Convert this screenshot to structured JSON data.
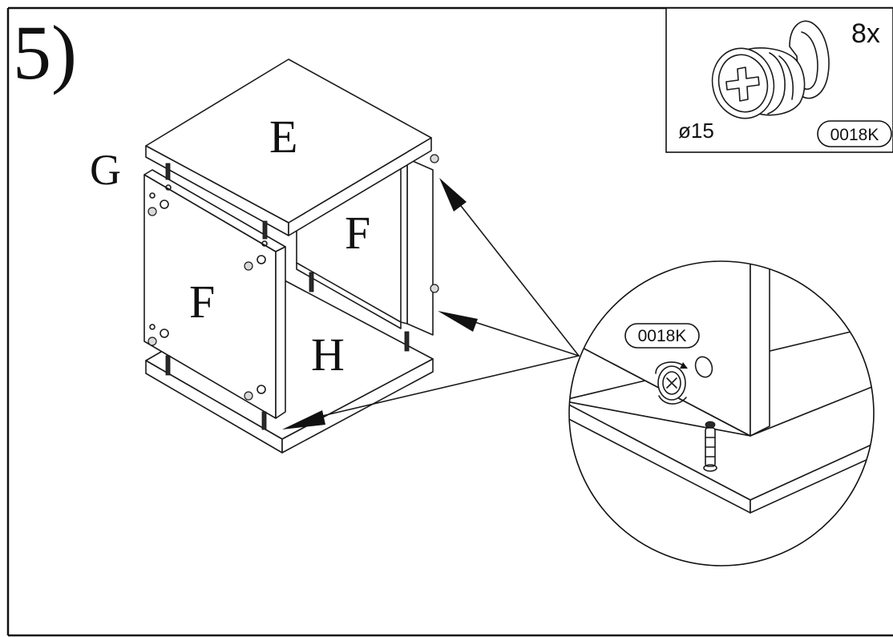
{
  "step": {
    "number": "5)"
  },
  "parts": {
    "top_panel": "E",
    "side_panel_right": "F",
    "side_panel_left": "F",
    "bottom_panel": "H",
    "dowel_label": "G"
  },
  "hardware_box": {
    "quantity": "8x",
    "diameter": "ø15",
    "part_code": "0018K"
  },
  "detail_view": {
    "part_code": "0018K"
  },
  "colors": {
    "line": "#1a1a1a",
    "background": "#ffffff",
    "shade": "#d9d9d9"
  }
}
